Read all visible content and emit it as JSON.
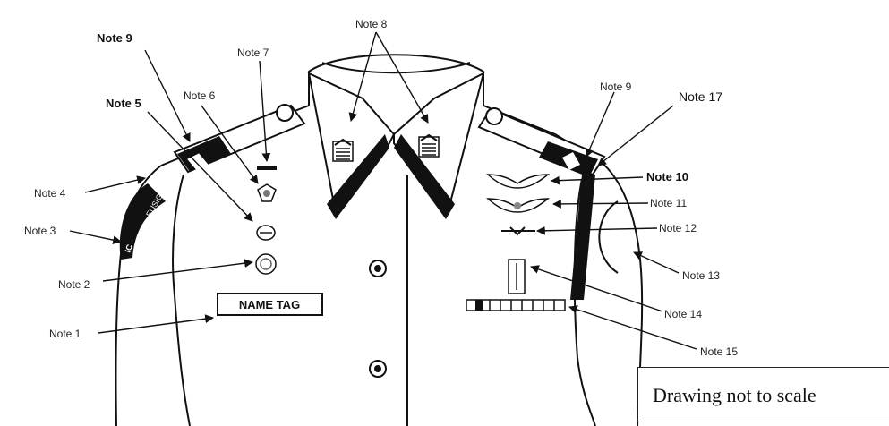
{
  "notes": {
    "n1": "Note 1",
    "n2": "Note 2",
    "n3": "Note 3",
    "n4": "Note 4",
    "n5": "Note 5",
    "n6": "Note 6",
    "n7": "Note 7",
    "n8": "Note 8",
    "n9_left": "Note 9",
    "n9_right": "Note 9",
    "n10": "Note 10",
    "n11": "Note 11",
    "n12": "Note 12",
    "n13": "Note 13",
    "n14": "Note 14",
    "n15": "Note 15",
    "n17": "Note 17"
  },
  "name_tag": "NAME TAG",
  "shoulder_patch": "ENSIGN",
  "shoulder_patch_partial": "IC",
  "scale_note": "Drawing not to scale",
  "colors": {
    "ink": "#111111",
    "paper": "#ffffff"
  }
}
